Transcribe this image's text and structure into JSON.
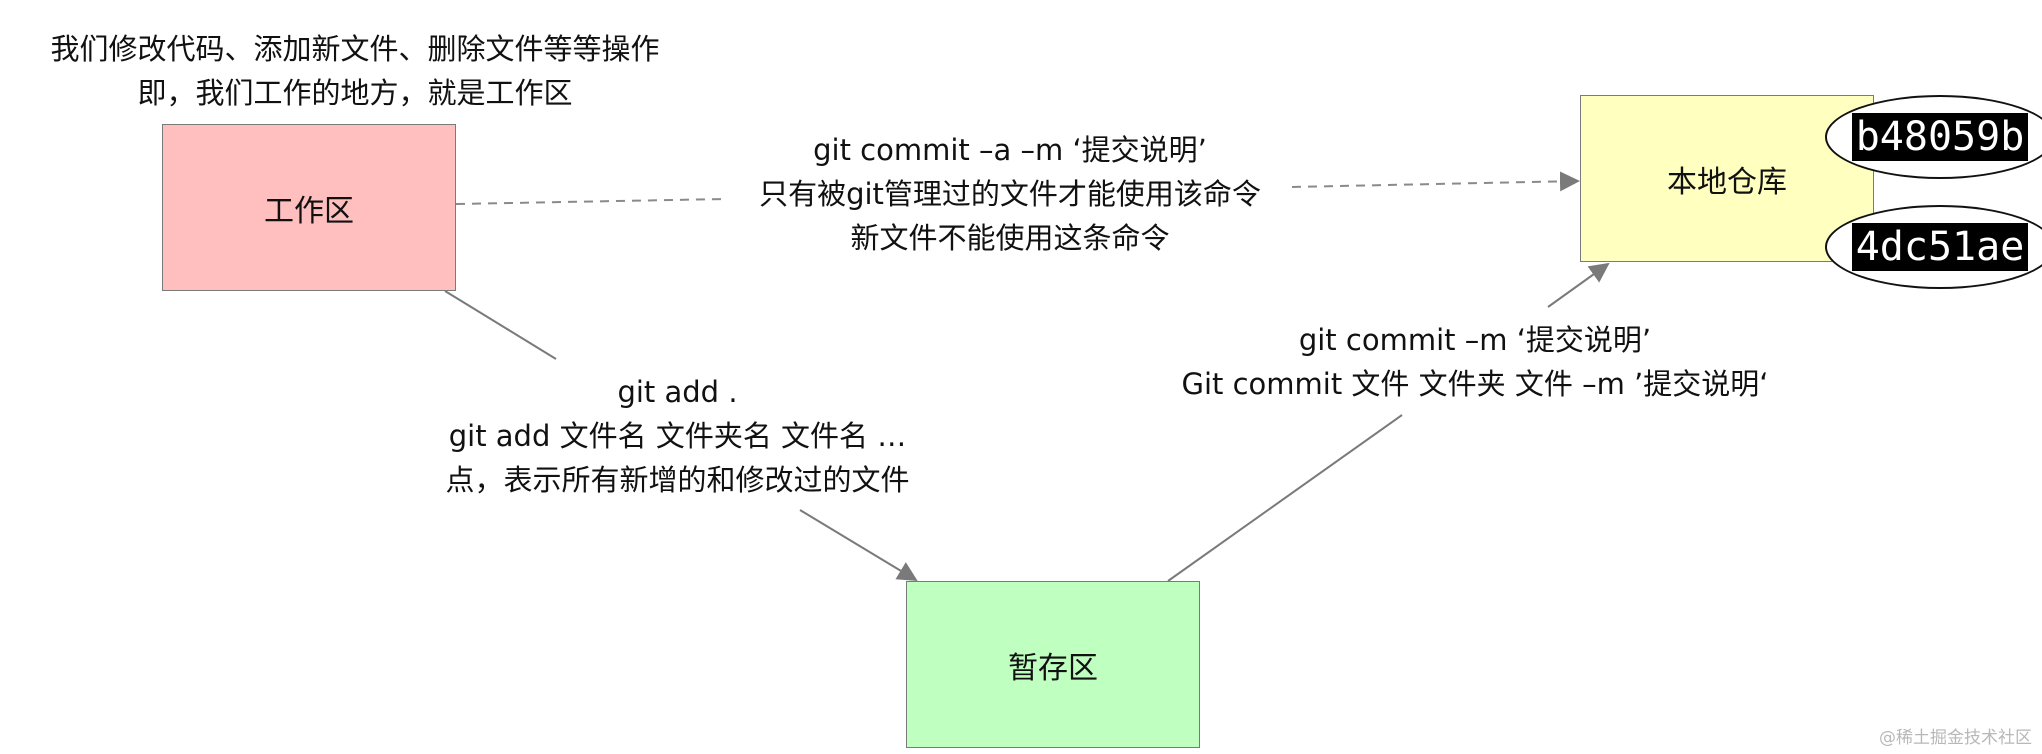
{
  "nodes": {
    "workspace": {
      "label": "工作区",
      "fill": "#ffbfbf"
    },
    "staging": {
      "label": "暂存区",
      "fill": "#bfffbf"
    },
    "local_repo": {
      "label": "本地仓库",
      "fill": "#ffffbf"
    }
  },
  "workspace_note": {
    "line1": "我们修改代码、添加新文件、删除文件等等操作",
    "line2": "即，我们工作的地方，就是工作区"
  },
  "commit_a_label": {
    "line1": "git   commit   –a    –m   ‘提交说明’",
    "line2": "只有被git管理过的文件才能使用该命令",
    "line3": "新文件不能使用这条命令"
  },
  "add_label": {
    "line1": "git   add    .",
    "line2": "git   add   文件名   文件夹名   文件名 …",
    "line3": "点，表示所有新增的和修改过的文件"
  },
  "commit_label": {
    "line1": "git   commit   –m  ‘提交说明’",
    "line2": "Git commit   文件   文件夹   文件   –m   ’提交说明‘"
  },
  "commit_hashes": [
    "b48059b",
    "4dc51ae"
  ],
  "watermark": "@稀土掘金技术社区"
}
